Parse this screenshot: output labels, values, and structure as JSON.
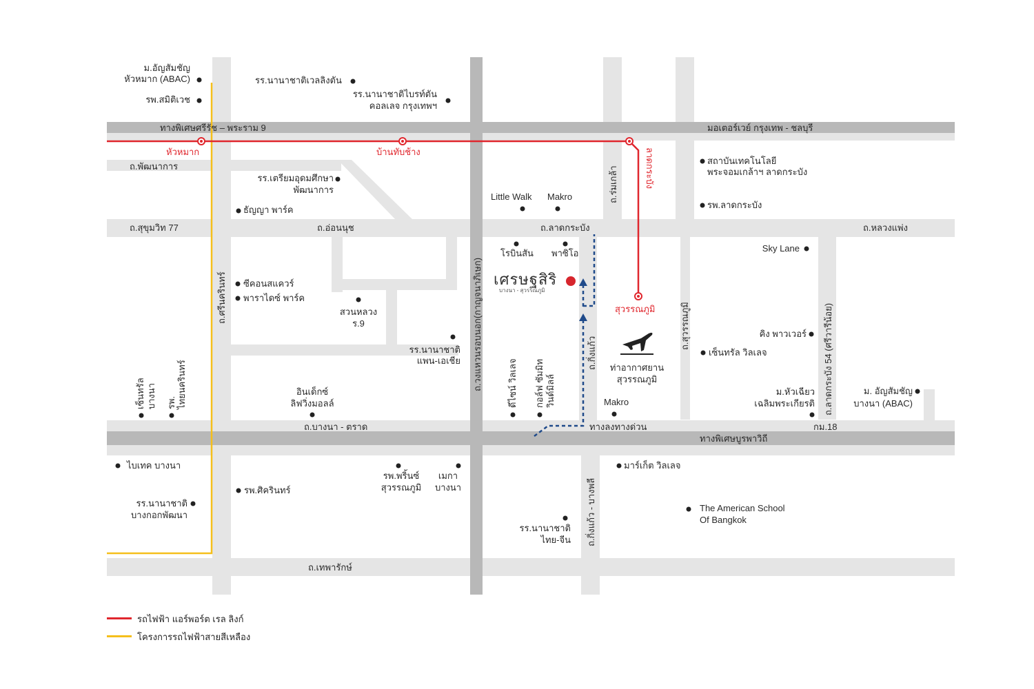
{
  "colors": {
    "road_light": "#e5e5e5",
    "road_main": "#b8b8b8",
    "airport_link": "#e0262d",
    "yellow_line": "#f5bf1b",
    "route": "#1f4a8a",
    "poi": "#222222"
  },
  "roads": {
    "rama9": "ทางพิเศษศรีรัช – พระราม 9",
    "motorway": "มอเตอร์เวย์ กรุงเทพ - ชลบุรี",
    "phatthanakan": "ถ.พัฒนาการ",
    "sukhumvit77": "ถ.สุขุมวิท 77",
    "onnut": "ถ.อ่อนนุช",
    "latkrabang": "ถ.ลาดกระบัง",
    "luangphaeng": "ถ.หลวงแพ่ง",
    "romklao": "ถ.ร่มเกล้า",
    "srinakarin": "ถ.ศรีนครินทร์",
    "kanchanaphisek": "ถ.วงแหวนรอบนอก(กาญจนาภิเษก)",
    "kingkaew": "ถ.กิ่งแก้ว",
    "suvarnabhumi_rd": "ถ.สุวรรณภูมิ",
    "latkrabang54": "ถ.ลาดกระบัง 54 (ศรีวารีน้อย)",
    "bangna_trat": "ถ.บางนา - ตราด",
    "expressway_exit": "ทางลงทางด่วน",
    "burapha": "ทางพิเศษบูรพาวิถี",
    "km18": "กม.18",
    "kingkaew_bangphli": "ถ.กิ่งแก้ว - บางพลี",
    "theparak": "ถ.เทพารักษ์"
  },
  "stations": {
    "huamak": "หัวหมาก",
    "banthapchang": "บ้านทับช้าง",
    "latkrabang": "ลาดกระบัง",
    "suvarnabhumi": "สุวรรณภูมิ"
  },
  "pois": {
    "abac_huamak_1": "ม.อัญสัมชัญ",
    "abac_huamak_2": "หัวหมาก (ABAC)",
    "samitivej": "รพ.สมิติเวช",
    "wellington": "รร.นานาชาติเวลลิงตัน",
    "brighton_1": "รร.นานาชาติไบรท์ตัน",
    "brighton_2": "คอลเลจ กรุงเทพฯ",
    "triamudom_1": "รร.เตรียมอุดมศึกษา",
    "triamudom_2": "พัฒนาการ",
    "thanya": "ธัญญา พาร์ค",
    "littlewalk": "Little Walk",
    "makro1": "Makro",
    "robinson": "โรบินสัน",
    "paseo": "พาซิโอ",
    "seacon": "ซีคอนสแควร์",
    "paradise": "พาราไดซ์ พาร์ค",
    "suanluang_1": "สวนหลวง",
    "suanluang_2": "ร.9",
    "panasia_1": "รร.นานาชาติ",
    "panasia_2": "แพน-เอเชีย",
    "kmitl_1": "สถาบันเทคโนโลยี",
    "kmitl_2": "พระจอมเกล้าฯ ลาดกระบัง",
    "latkrabang_hosp": "รพ.ลาดกระบัง",
    "skylane": "Sky Lane",
    "kingpower": "คิง พาวเวอร์",
    "central_village": "เซ็นทรัล วิลเลจ",
    "airport_1": "ท่าอากาศยาน",
    "airport_2": "สุวรรณภูมิ",
    "makro2": "Makro",
    "hcu_1": "ม.หัวเฉียว",
    "hcu_2": "เฉลิมพระเกียรติ",
    "abac_bangna_1": "ม. อัญสัมชัญ",
    "abac_bangna_2": "บางนา (ABAC)",
    "central_bangna_1": "เซ็นทรัล",
    "central_bangna_2": "บางนา",
    "thainakarin_1": "รพ.",
    "thainakarin_2": "ไทยนครินทร์",
    "index_1": "อินเด็กซ์",
    "index_2": "ลิฟวิ่งมอลล์",
    "design_village": "ดีไซน์ วิลเลจ",
    "golf_1": "กอล์ฟ ซัมมิท",
    "golf_2": "วินด์มิลล์",
    "biotec": "ไบเทค บางนา",
    "bangkok_patana_1": "รร.นานาชาติ",
    "bangkok_patana_2": "บางกอกพัฒนา",
    "sikarin": "รพ.ศิครินทร์",
    "princ_1": "รพ.พริ้นซ์",
    "princ_2": "สุวรรณภูมิ",
    "mega_1": "เมกา",
    "mega_2": "บางนา",
    "market_village": "มาร์เก็ต วิลเลจ",
    "thaichinese_1": "รร.นานาชาติ",
    "thaichinese_2": "ไทย-จีน",
    "american_1": "The American School",
    "american_2": "Of Bangkok"
  },
  "project": {
    "name": "เศรษฐสิริ",
    "subtitle": "บางนา - สุวรรณภูมิ"
  },
  "legend": {
    "airport_link": "รถไฟฟ้า แอร์พอร์ต เรล ลิงก์",
    "yellow_line": "โครงการรถไฟฟ้าสายสีเหลือง"
  }
}
